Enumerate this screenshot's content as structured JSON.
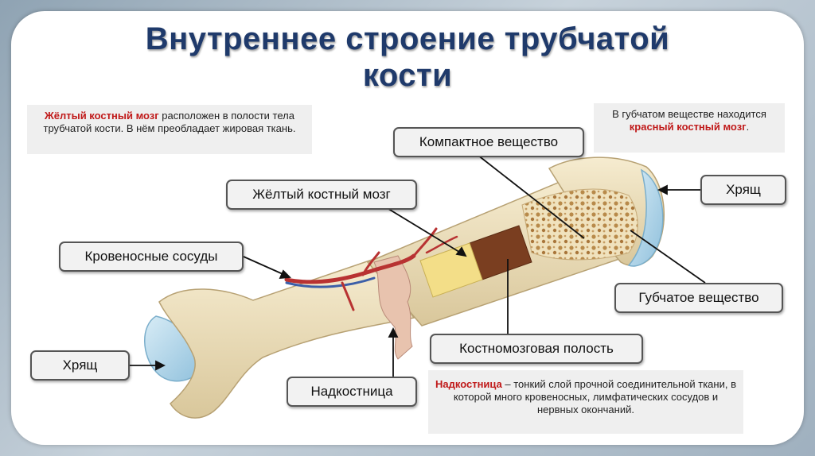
{
  "title": {
    "line1": "Внутреннее строение трубчатой",
    "line2": "кости"
  },
  "notes": {
    "yellow_marrow": {
      "highlight": "Жёлтый костный мозг",
      "rest": " расположен в полости тела трубчатой кости. В нём преобладает жировая ткань."
    },
    "red_marrow": {
      "before": "В губчатом веществе находится ",
      "highlight": "красный костный мозг",
      "after": "."
    },
    "periosteum": {
      "highlight": "Надкостница",
      "rest": " – тонкий слой прочной соединительной ткани, в которой много кровеносных, лимфатических сосудов и нервных окончаний."
    }
  },
  "labels": {
    "compact": "Компактное вещество",
    "yellow_marrow": "Жёлтый костный мозг",
    "vessels": "Кровеносные сосуды",
    "cartilage_right": "Хрящ",
    "spongy": "Губчатое вещество",
    "marrow_cavity": "Костномозговая полость",
    "cartilage_left": "Хрящ",
    "periosteum": "Надкостница"
  },
  "colors": {
    "title": "#1f3a6b",
    "highlight": "#c01a1a",
    "bone": "#efe3c2",
    "cartilage": "#bcdbea",
    "vessel": "#b83232"
  }
}
